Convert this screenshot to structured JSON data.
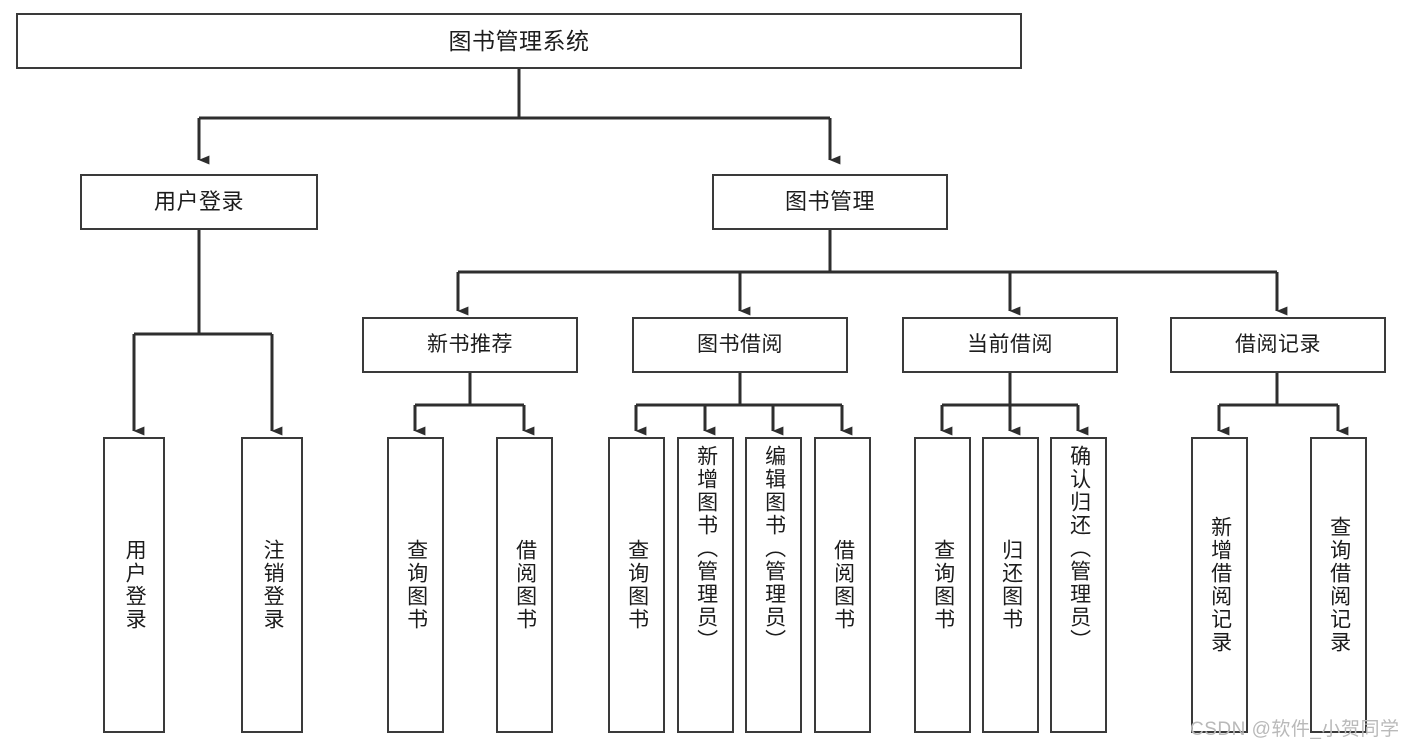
{
  "diagram": {
    "title": "图书管理系统",
    "root": {
      "label": "图书管理系统"
    },
    "level2": [
      {
        "label": "用户登录"
      },
      {
        "label": "图书管理"
      }
    ],
    "level3": [
      {
        "label": "新书推荐"
      },
      {
        "label": "图书借阅"
      },
      {
        "label": "当前借阅"
      },
      {
        "label": "借阅记录"
      }
    ],
    "leaves": {
      "user_login": [
        {
          "label": "用户登录"
        },
        {
          "label": "注销登录"
        }
      ],
      "new_book_recommend": [
        {
          "label": "查询图书"
        },
        {
          "label": "借阅图书"
        }
      ],
      "book_borrow": [
        {
          "label": "查询图书"
        },
        {
          "label": "新增图书（管理员）"
        },
        {
          "label": "编辑图书（管理员）"
        },
        {
          "label": "借阅图书"
        }
      ],
      "current_borrow": [
        {
          "label": "查询图书"
        },
        {
          "label": "归还图书"
        },
        {
          "label": "确认归还（管理员）"
        }
      ],
      "borrow_record": [
        {
          "label": "新增借阅记录"
        },
        {
          "label": "查询借阅记录"
        }
      ]
    }
  },
  "watermark": {
    "text": "CSDN @软件_小贺同学"
  },
  "colors": {
    "border": "#3a3a3a",
    "background": "#ffffff",
    "text": "#1c1c1c",
    "watermark": "#b9b9b9"
  }
}
